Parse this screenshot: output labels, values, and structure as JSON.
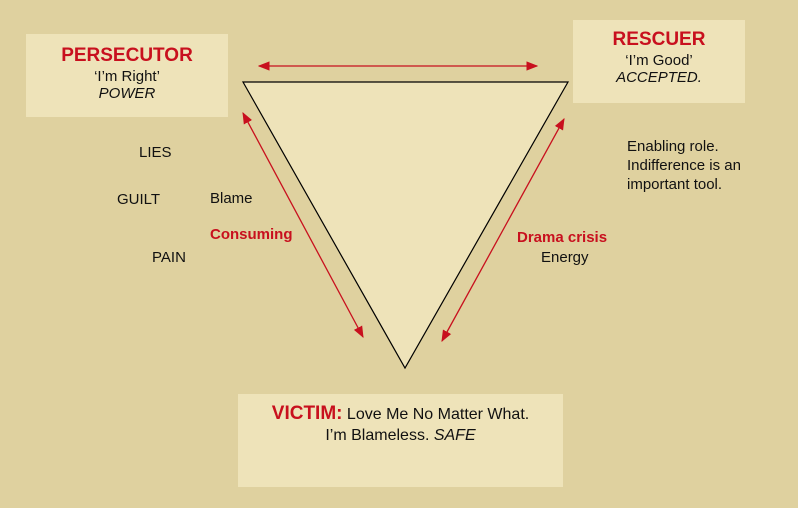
{
  "persecutor": {
    "title": "PERSECUTOR",
    "line1": "‘I’m  Right’",
    "line2": "POWER"
  },
  "rescuer": {
    "title": "RESCUER",
    "line1": "‘I’m Good’",
    "line2": "ACCEPTED."
  },
  "victim": {
    "title": "VICTIM:",
    "line1": " Love Me No Matter What.",
    "line2": "I’m Blameless. ",
    "line2_italic": "SAFE"
  },
  "left_words": [
    "LIES",
    "GUILT",
    "PAIN"
  ],
  "blame": "Blame",
  "consuming": "Consuming",
  "drama": "Drama crisis",
  "energy": "Energy",
  "rescuer_note": [
    "Enabling role.",
    "Indifference is an",
    "important tool."
  ],
  "colors": {
    "background": "#DFD19F",
    "box": "#EEE3B9",
    "accent": "#C8101E"
  }
}
